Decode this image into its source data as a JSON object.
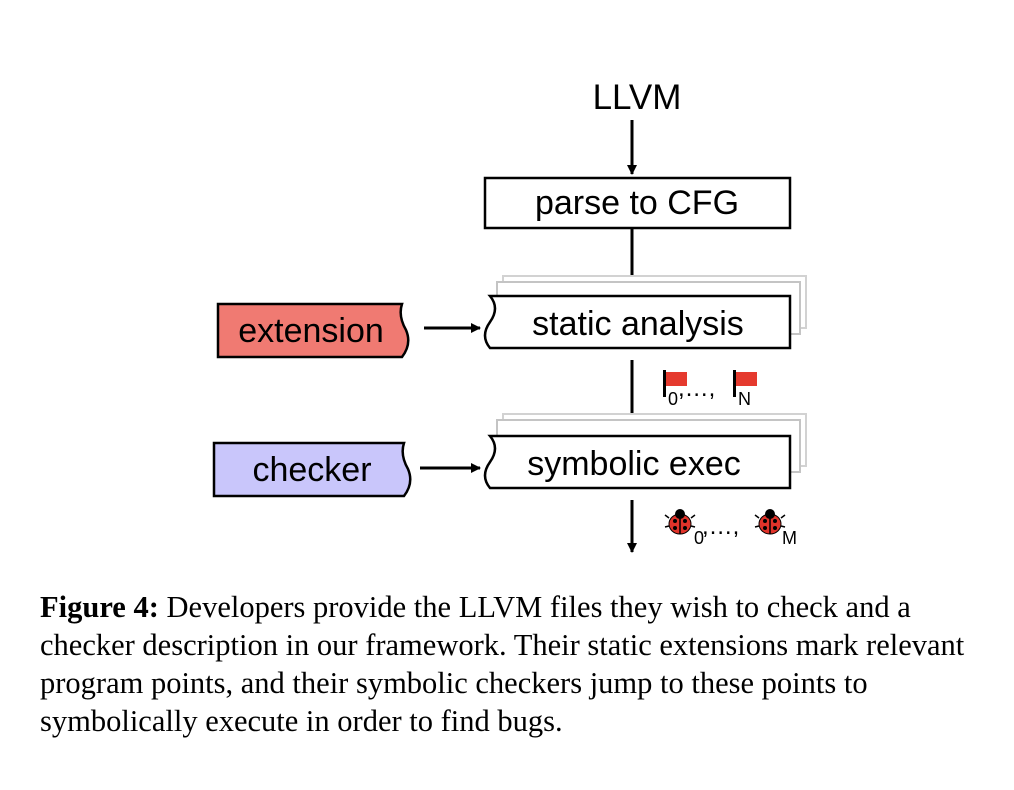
{
  "diagram": {
    "input": "LLVM",
    "parse": "parse to CFG",
    "static_analysis": "static analysis",
    "symbolic_exec": "symbolic exec",
    "extension": "extension",
    "checker": "checker",
    "flags": {
      "first_sub": "0",
      "ellipsis": ",…,",
      "last_sub": "N"
    },
    "bugs": {
      "first_sub": "0",
      "ellipsis": ",…,",
      "last_sub": "M"
    },
    "colors": {
      "extension_fill": "#f07a72",
      "checker_fill": "#c9c6fb",
      "flag": "#e53a2e",
      "bug": "#e0332a"
    }
  },
  "caption": {
    "label": "Figure 4:",
    "text": " Developers provide the LLVM files they wish to check and a checker description in our framework. Their static extensions mark relevant program points, and their symbolic checkers jump to these points to symbolically execute in order to find bugs."
  }
}
